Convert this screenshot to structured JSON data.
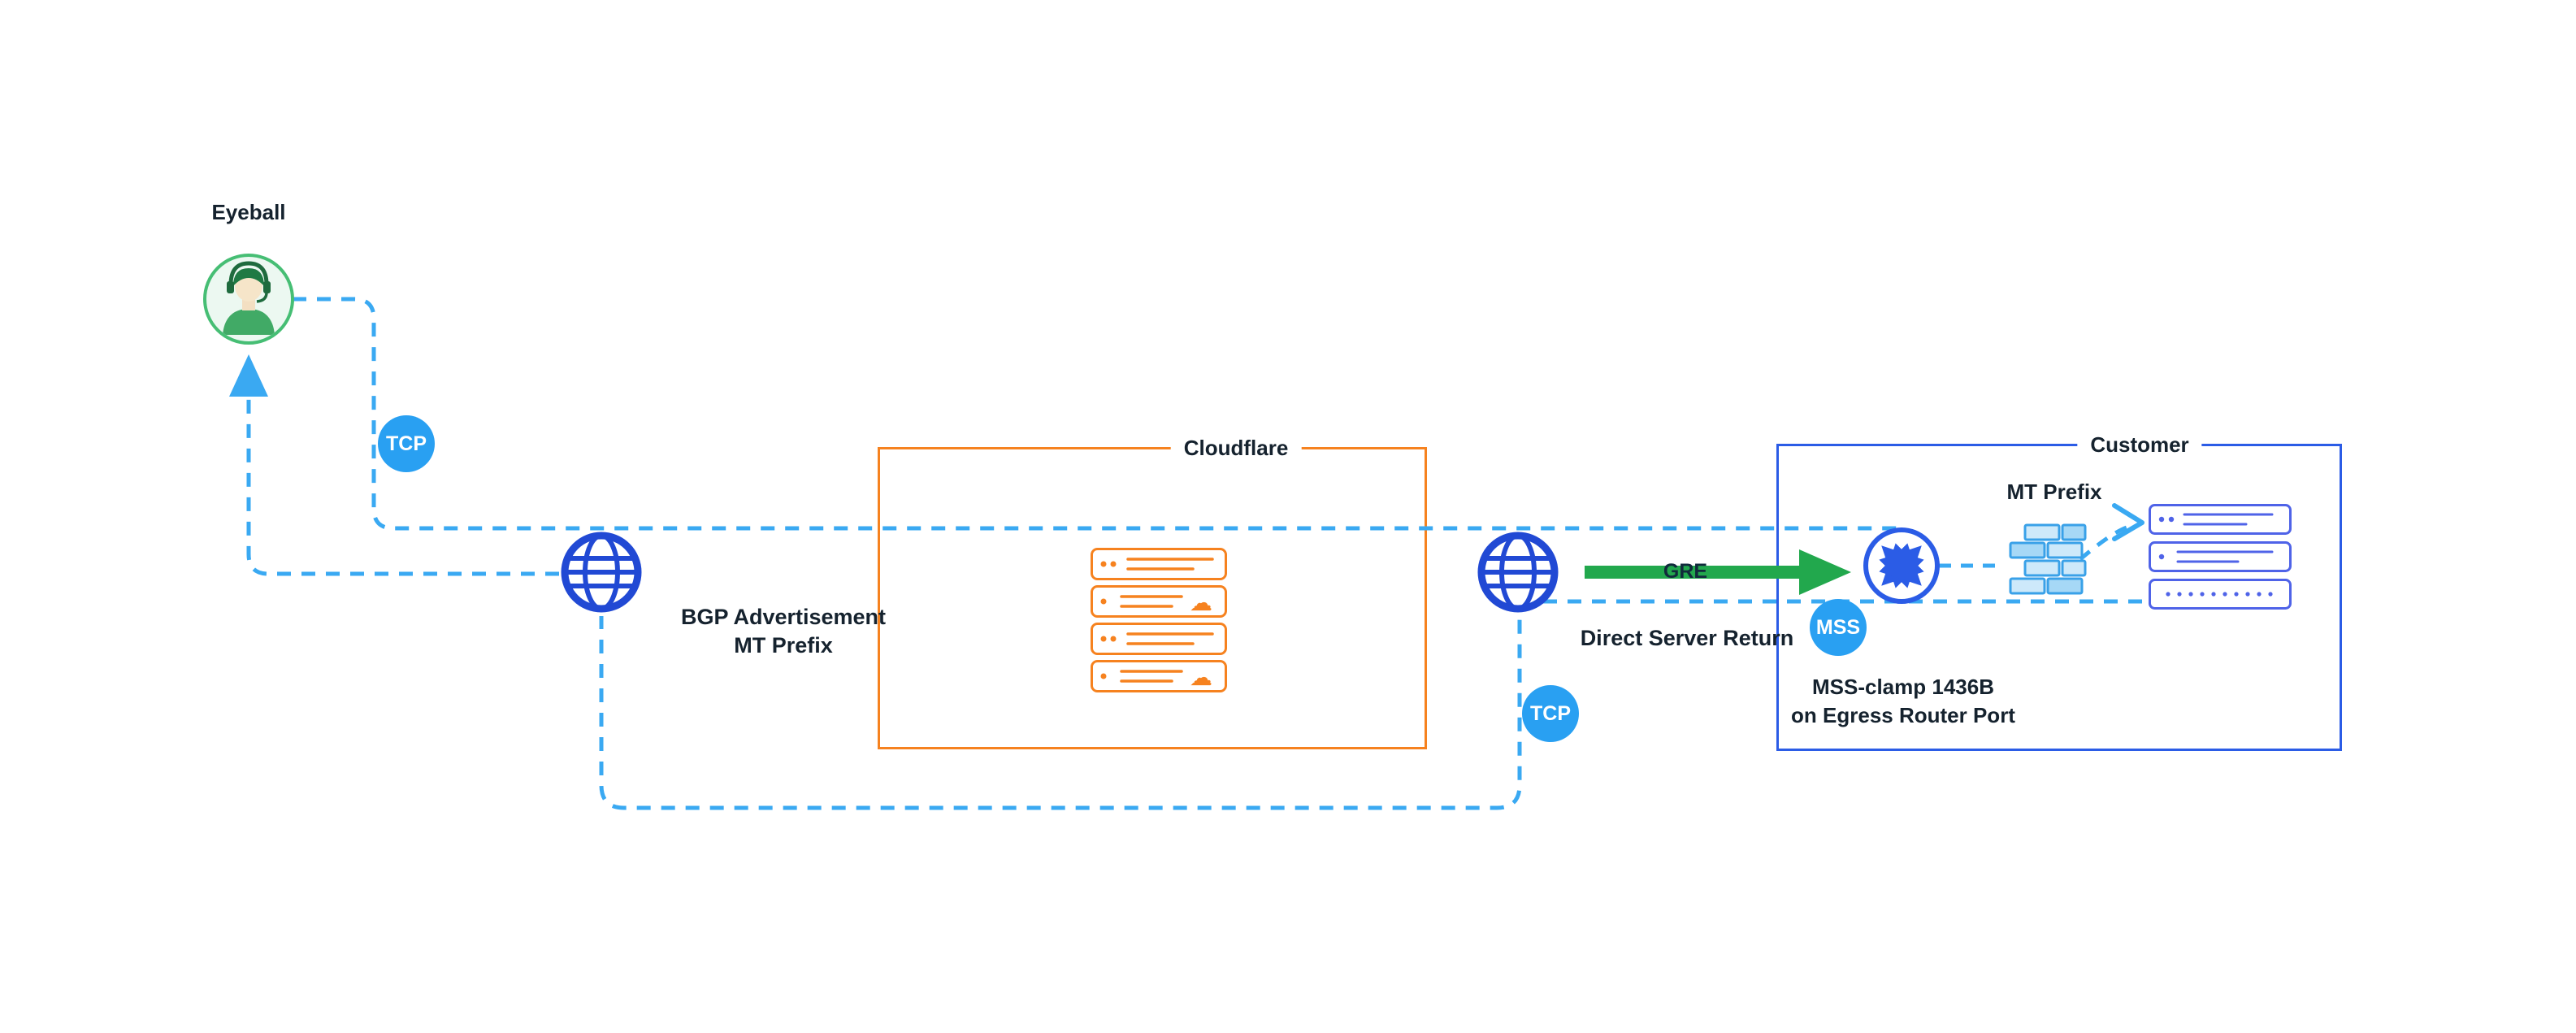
{
  "diagram": {
    "nodes": {
      "eyeball": {
        "label": "Eyeball"
      },
      "cloudflare": {
        "label": "Cloudflare"
      },
      "customer": {
        "label": "Customer"
      }
    },
    "labels": {
      "bgp_line1": "BGP Advertisement",
      "bgp_line2": "MT Prefix",
      "gre": "GRE",
      "direct_server_return": "Direct Server Return",
      "mt_prefix": "MT Prefix",
      "mss_clamp_line1": "MSS-clamp 1436B",
      "mss_clamp_line2": "on Egress Router Port"
    },
    "badges": {
      "tcp_left": "TCP",
      "tcp_right": "TCP",
      "mss": "MSS"
    },
    "colors": {
      "cloudflare_orange": "#F6821F",
      "customer_blue": "#2B5CE6",
      "path_blue": "#3AA9F2",
      "badge_blue": "#29A0F2",
      "globe_blue": "#2149D4",
      "server_indigo": "#4F63E8",
      "arrow_green": "#22A84D",
      "eyeball_green": "#46BE74",
      "text_dark": "#15222E"
    },
    "icons": {
      "eyeball": "headset-user-icon",
      "internet_left": "globe-icon",
      "internet_right": "globe-icon",
      "cloudflare_servers": "server-stack-icon",
      "customer_router": "router-exchange-icon",
      "customer_firewall": "firewall-icon",
      "customer_servers": "server-stack-icon",
      "return_arrow": "arrow-up-icon",
      "gre_arrow": "arrow-right-icon",
      "ingest_arrow": "chevron-right-icon"
    }
  }
}
